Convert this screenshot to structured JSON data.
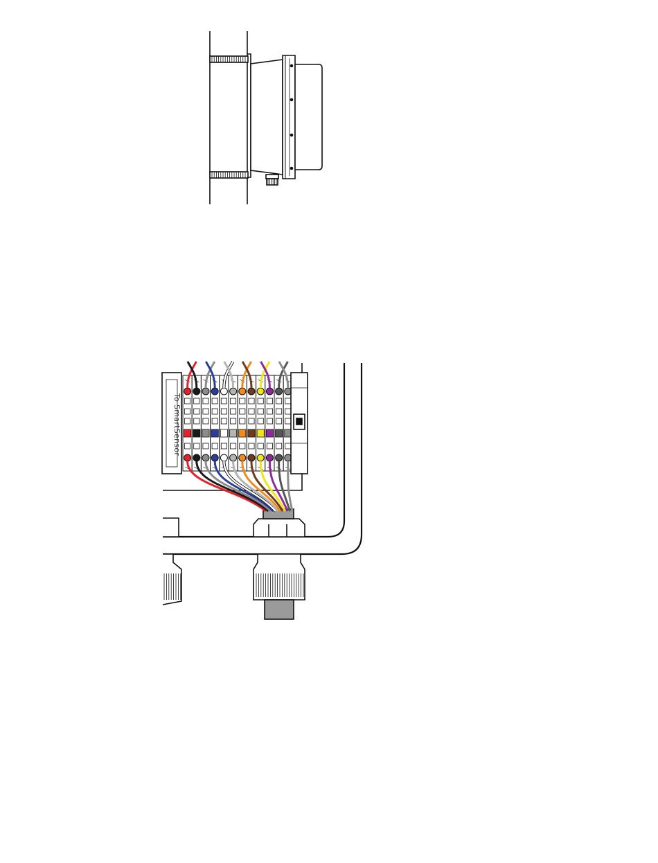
{
  "mount_diagram": {
    "parts": [
      "pole",
      "upper-clamp",
      "lower-clamp",
      "enclosure-body",
      "enclosure-lid",
      "cable-gland"
    ]
  },
  "wiring_diagram": {
    "block_label": "To SmartSensor",
    "wire_colors": {
      "red": "#e8202a",
      "black": "#1a1a1a",
      "gray": "#8c8c8c",
      "blue": "#2b3e9c",
      "white": "#ffffff",
      "light_gray": "#b4b4b4",
      "orange": "#f28a1c",
      "brown": "#6b3d1e",
      "yellow": "#f2e51a",
      "purple": "#8e2a9c",
      "dark_gray": "#555555"
    },
    "terminals": [
      "red",
      "black",
      "gray",
      "blue",
      "white",
      "light_gray",
      "orange",
      "brown",
      "yellow",
      "purple",
      "dark_gray",
      "gray"
    ]
  }
}
